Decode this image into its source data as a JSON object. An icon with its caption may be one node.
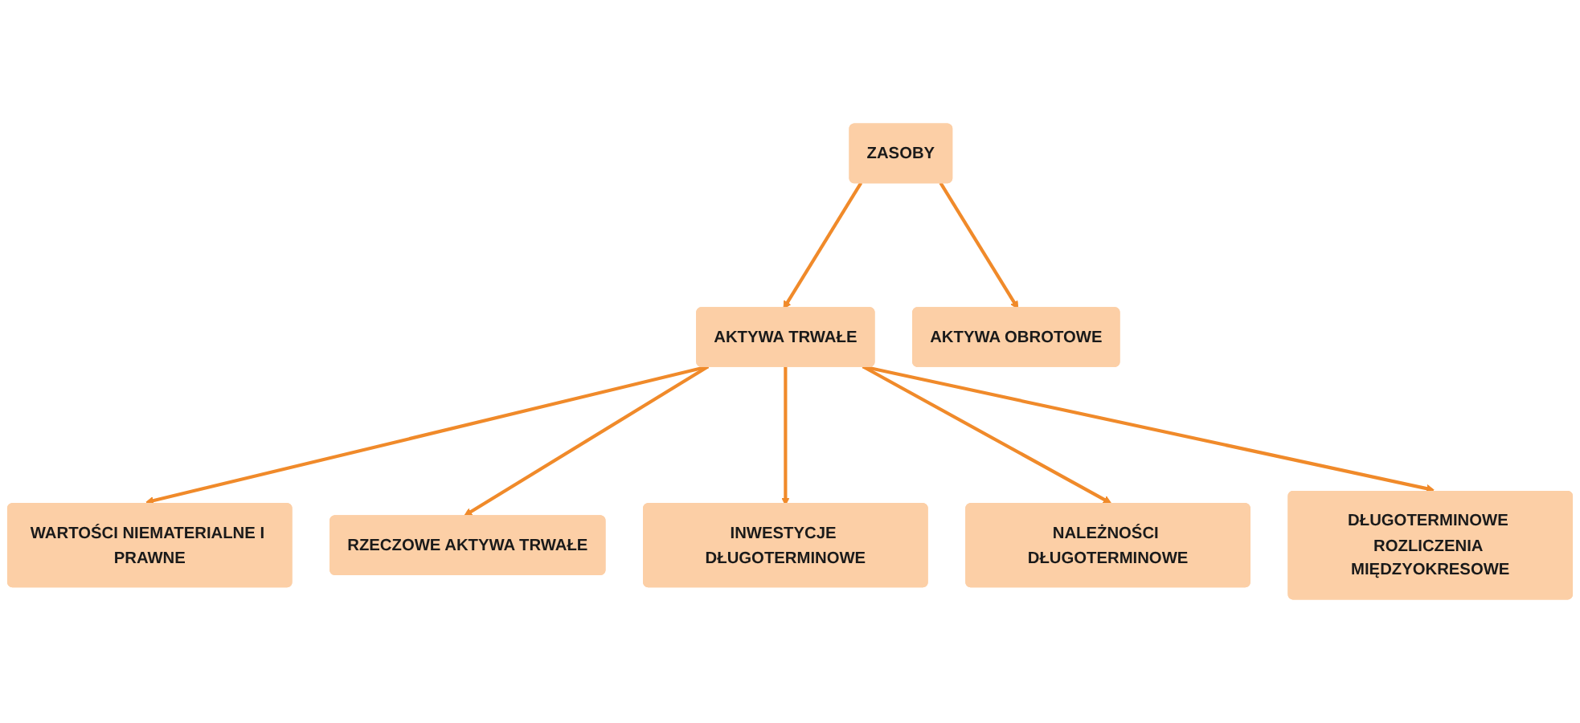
{
  "diagram": {
    "nodes": [
      {
        "text": [
          "ZASOBY"
        ]
      },
      {
        "text": [
          "AKTYWA TRWAŁE"
        ]
      },
      {
        "text": [
          "AKTYWA OBROTOWE"
        ]
      },
      {
        "text": [
          "WARTOŚCI NIEMATERIALNE I PRAWNE"
        ]
      },
      {
        "text": [
          "RZECZOWE AKTYWA TRWAŁE"
        ]
      },
      {
        "text": [
          "INWESTYCJE DŁUGOTERMINOWE"
        ]
      },
      {
        "text": [
          "NALEŻNOŚCI DŁUGOTERMINOWE"
        ]
      },
      {
        "text": [
          "DŁUGOTERMINOWE ROZLICZENIA MIĘDZYOKRESOWE"
        ]
      }
    ],
    "edges": [
      {
        "from": 0,
        "to": 1,
        "arrow": "to"
      },
      {
        "from": 0,
        "to": 2,
        "arrow": "to"
      },
      {
        "from": 1,
        "to": 3,
        "arrow": "to"
      },
      {
        "from": 1,
        "to": 4,
        "arrow": "to"
      },
      {
        "from": 1,
        "to": 5,
        "arrow": "to"
      },
      {
        "from": 1,
        "to": 6,
        "arrow": "to"
      },
      {
        "from": 1,
        "to": 7,
        "arrow": "to"
      }
    ]
  }
}
